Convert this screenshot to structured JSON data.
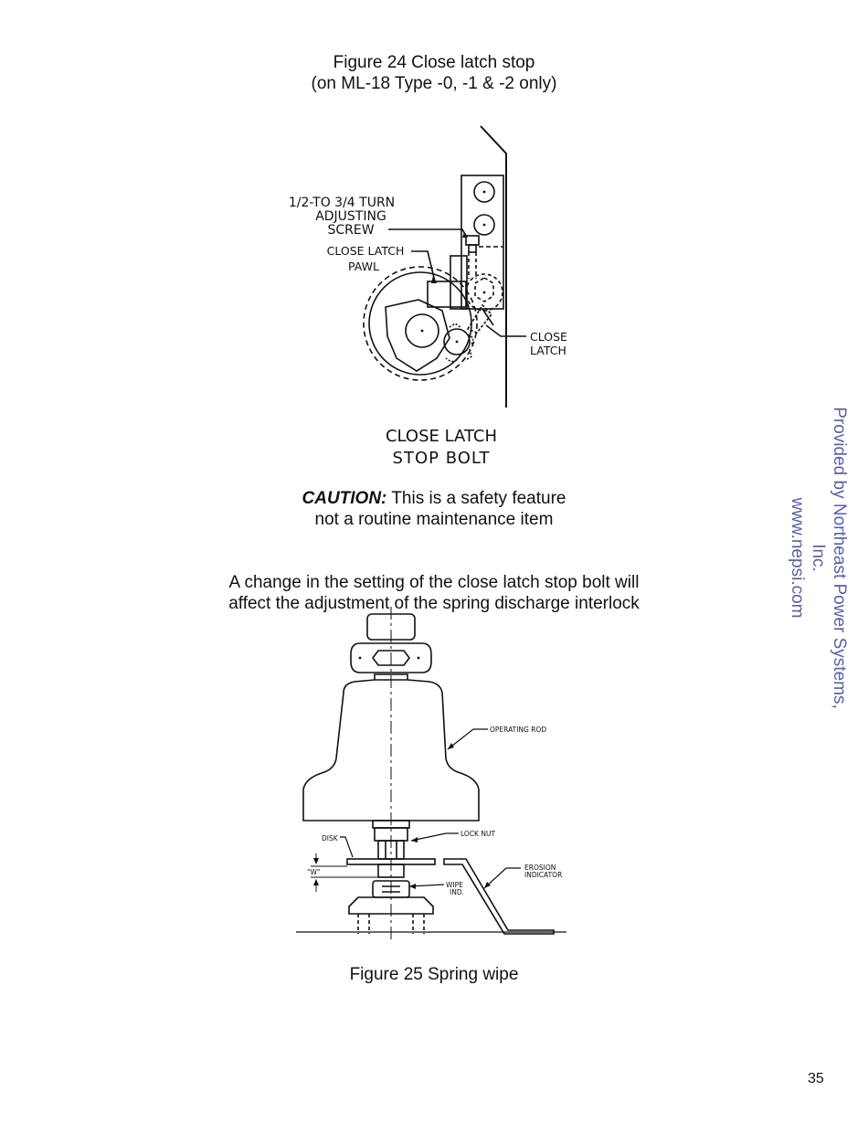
{
  "figure24": {
    "title": "Figure 24   Close latch stop",
    "subtitle": "(on ML-18 Type -0, -1 & -2 only)",
    "labels": {
      "screw_line1": "1/2-TO 3/4 TURN",
      "screw_line2": "ADJUSTING",
      "screw_line3": "SCREW",
      "pawl_line1": "CLOSE LATCH",
      "pawl_line2": "PAWL",
      "latch_line1": "CLOSE",
      "latch_line2": "LATCH",
      "stop_line1": "CLOSE LATCH",
      "stop_line2": "STOP BOLT"
    }
  },
  "caution": {
    "label": "CAUTION:",
    "line1": "This is a safety feature",
    "line2": "not a routine maintenance item"
  },
  "note": {
    "line1": "A change in the setting of the close latch stop bolt will",
    "line2": "affect the adjustment of the spring discharge interlock"
  },
  "figure25": {
    "title": "Figure 25   Spring wipe",
    "labels": {
      "operating_rod": "OPERATING ROD",
      "lock_nut": "LOCK NUT",
      "disk": "DISK",
      "w": "\"W\"",
      "erosion_line1": "EROSION",
      "erosion_line2": "INDICATOR",
      "wipe_line1": "WIPE",
      "wipe_line2": "IND."
    }
  },
  "side_note": {
    "line1": "Provided by Northeast Power Systems, Inc.",
    "line2": "www.nepsi.com"
  },
  "page_number": "35"
}
